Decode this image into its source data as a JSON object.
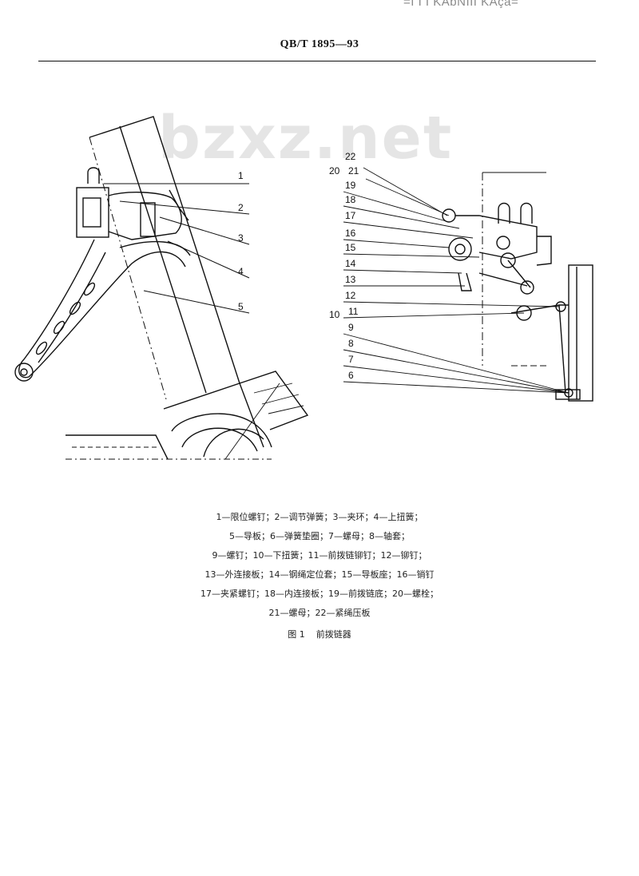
{
  "page": {
    "top_mark": "=I I I KAbNIII KAça=",
    "standard_number": "QB/T 1895—93",
    "watermark": "bzxz.net"
  },
  "figure": {
    "left_labels": [
      "1",
      "2",
      "3",
      "4",
      "5"
    ],
    "right_labels": [
      "22",
      "20",
      "21",
      "19",
      "18",
      "17",
      "16",
      "15",
      "14",
      "13",
      "12",
      "10",
      "11",
      "9",
      "8",
      "7",
      "6"
    ]
  },
  "caption": {
    "lines": [
      "1—限位螺钉；2—调节弹簧；3—夹环；4—上扭簧；",
      "5—导板；6—弹簧垫圈；7—螺母；8—轴套；",
      "9—螺钉；10—下扭簧；11—前拨链铆钉；12—铆钉；",
      "13—外连接板；14—钢绳定位套；15—导板座；16—销钉",
      "17—夹紧螺钉；18—内连接板；19—前拨链底；20—螺栓；",
      "21—螺母；22—紧绳压板"
    ],
    "figure_number": "图 1",
    "figure_title": "前拨链器"
  }
}
